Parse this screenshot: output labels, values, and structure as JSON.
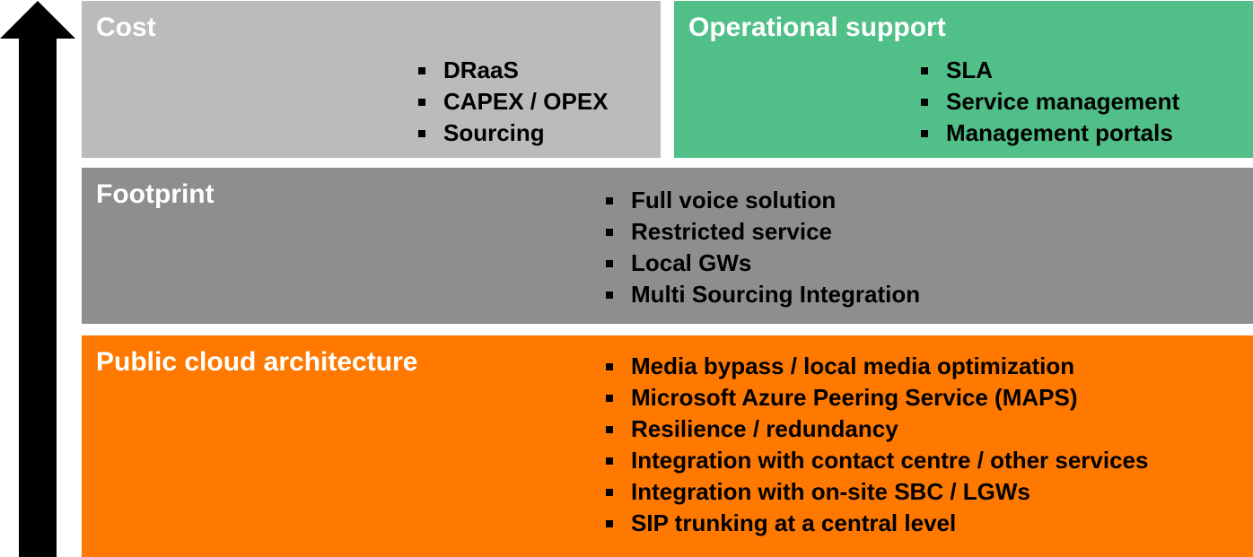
{
  "colors": {
    "cost": "#bbbbbb",
    "operational_support": "#50c088",
    "footprint": "#8e8e8e",
    "public_cloud": "#ff7800",
    "arrow": "#000000"
  },
  "panels": {
    "cost": {
      "title": "Cost",
      "items": [
        "DRaaS",
        "CAPEX / OPEX",
        "Sourcing"
      ]
    },
    "operational_support": {
      "title": "Operational support",
      "items": [
        "SLA",
        "Service management",
        "Management portals"
      ]
    },
    "footprint": {
      "title": "Footprint",
      "items": [
        "Full voice solution",
        "Restricted service",
        "Local GWs",
        "Multi Sourcing Integration"
      ]
    },
    "public_cloud": {
      "title": "Public cloud architecture",
      "items": [
        "Media bypass / local media optimization",
        "Microsoft Azure Peering Service (MAPS)",
        "Resilience / redundancy",
        "Integration with contact centre / other services",
        "Integration with on-site SBC / LGWs",
        "SIP trunking at a central level"
      ]
    }
  }
}
